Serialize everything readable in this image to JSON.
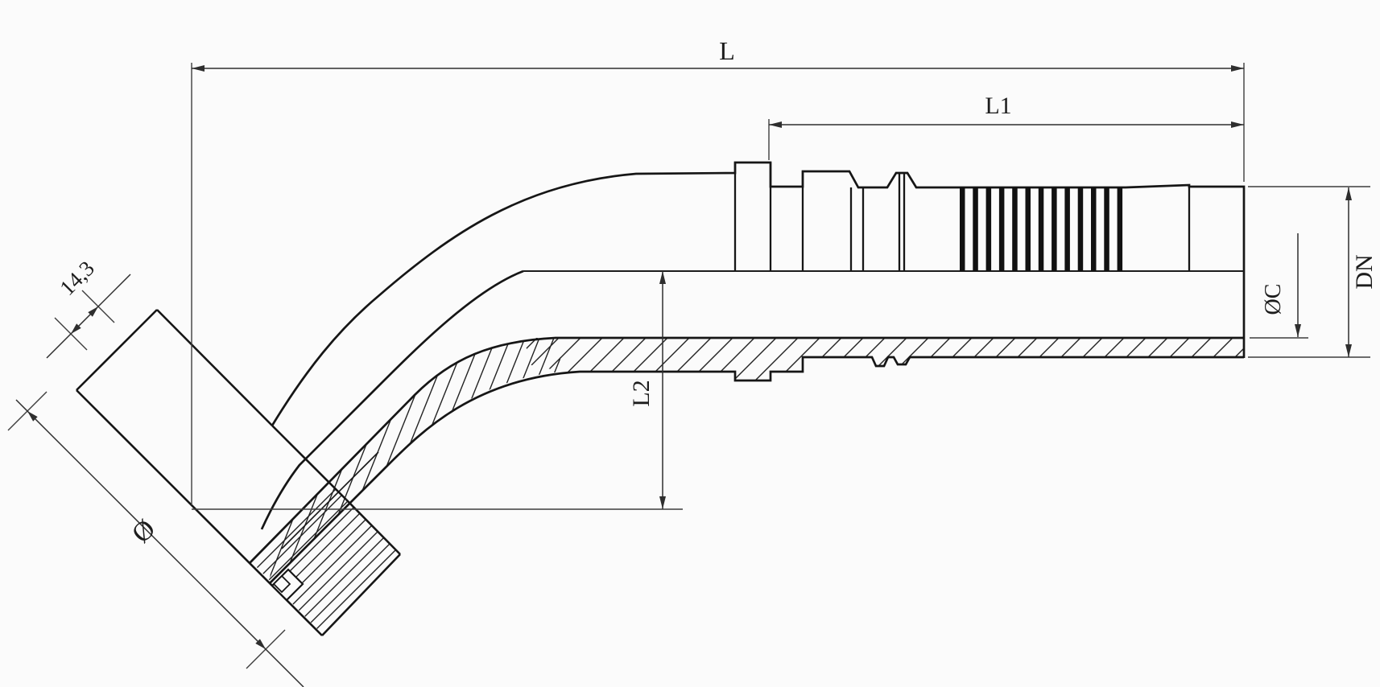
{
  "drawing": {
    "type": "technical-drawing",
    "subject": "45-degree flange hydraulic hose fitting, half-section view",
    "background_color": "#fbfbfb",
    "line_color": "#1a1a1a",
    "dim_line_color": "#3d3d3d",
    "labels": {
      "overall_length": "L",
      "tail_length": "L1",
      "drop_height": "L2",
      "nominal_diameter": "DN",
      "bore_diameter": "ØC",
      "flange_thickness": "14,3",
      "flange_diameter": "Ø"
    }
  }
}
